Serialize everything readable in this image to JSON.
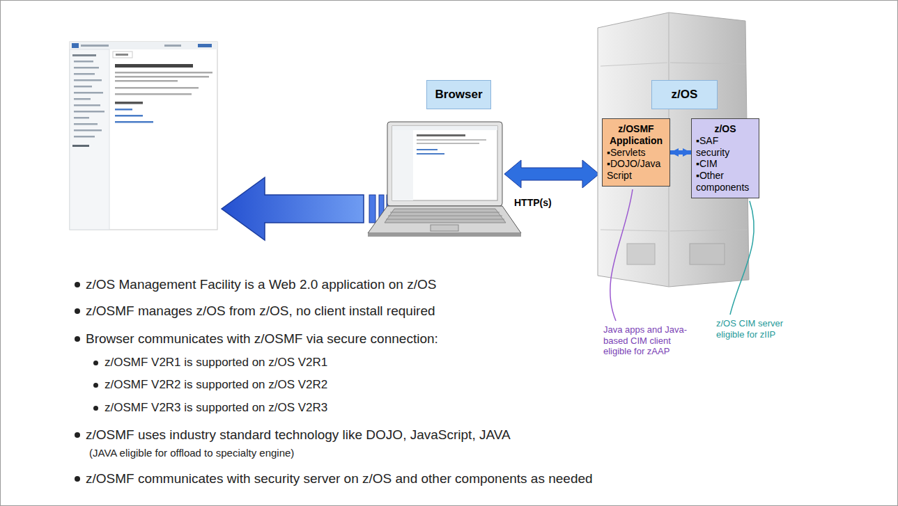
{
  "diagram": {
    "nodes": [
      {
        "text": [
          "Browser"
        ]
      },
      {
        "text": [
          "z/OS"
        ]
      },
      {
        "text": [
          "z/OSMF Application",
          "▪Servlets",
          "▪DOJO/Java Script"
        ]
      },
      {
        "text": [
          "z/OS",
          "▪SAF security",
          "▪CIM",
          "▪Other components"
        ]
      }
    ],
    "edges": [
      {
        "from": 2,
        "to": 3,
        "arrow": "both"
      }
    ],
    "labels": [
      "HTTP(s)",
      "Java apps and Java-based CIM client eligible for zAAP",
      "z/OS CIM server eligible for zIIP",
      "z/OS Management Facility is a Web 2.0 application on z/OS",
      "z/OSMF manages z/OS from z/OS, no client install required",
      "Browser communicates with z/OSMF via secure connection:",
      "z/OSMF V2R1 is supported on z/OS V2R1",
      "z/OSMF V2R2 is supported on z/OS V2R2",
      "z/OSMF V2R3 is supported on z/OS V2R3",
      "z/OSMF uses industry standard technology like DOJO, JavaScript, JAVA",
      "(JAVA eligible for offload to specialty engine)",
      "z/OSMF communicates with security server on z/OS and other components as needed"
    ]
  }
}
